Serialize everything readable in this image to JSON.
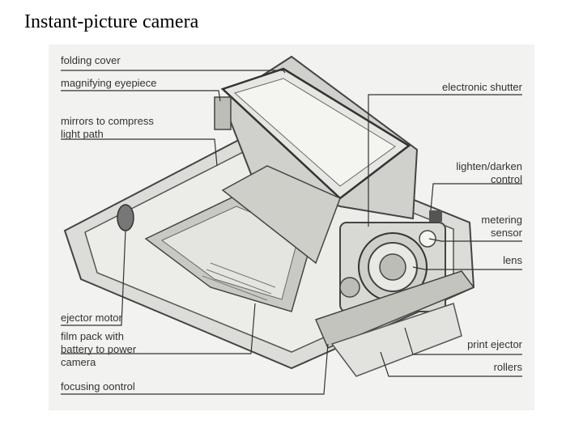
{
  "title": "Instant-picture camera",
  "labels_left": [
    "folding cover",
    "magnifying eyepiece",
    "mirrors to compress light path",
    "ejector motor",
    "film pack with battery to power camera",
    "focusing oontrol"
  ],
  "labels_right": [
    "electronic shutter",
    "lighten/darken control",
    "metering sensor",
    "lens",
    "print ejector",
    "rollers"
  ],
  "colors": {
    "ink": "#444444",
    "paper": "#f2f2f0",
    "body": "#d6d6d2",
    "dark": "#8a8a86"
  }
}
